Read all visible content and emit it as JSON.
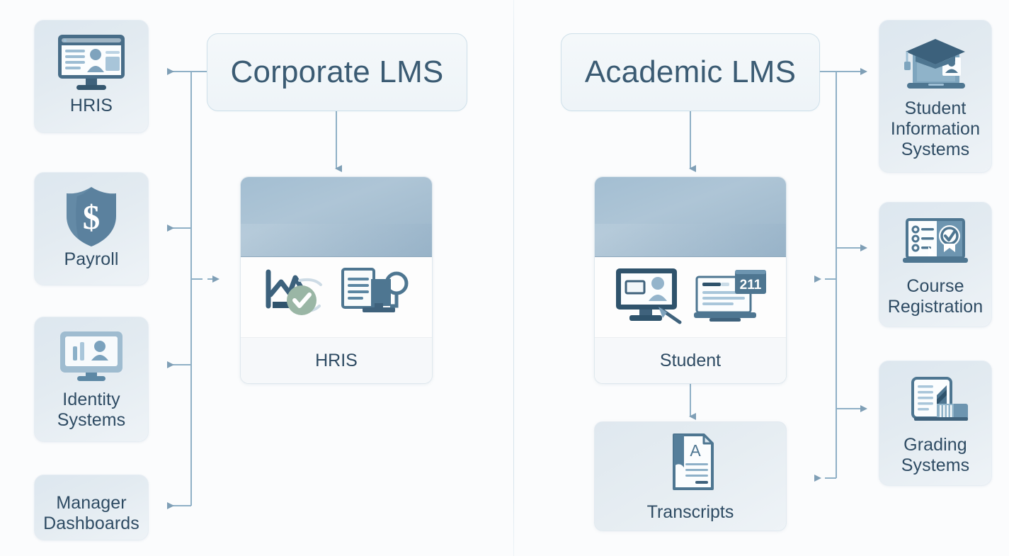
{
  "diagram": {
    "title_left": "Corporate LMS",
    "title_right": "Academic LMS",
    "accent": "#7fa0b8",
    "line_color": "#8fb0c6",
    "text_color": "#2e4b63",
    "card_header_color": "#a3bed2",
    "node_bg_color": "#dfe8ef",
    "background": "#fbfcfd"
  },
  "left_panel": {
    "hero": {
      "label": "Corporate LMS"
    },
    "center_card": {
      "label": "HRIS",
      "icons": [
        "line-chart-check-icon",
        "document-monitor-icon"
      ]
    },
    "nodes": [
      {
        "label": "HRIS",
        "icon": "monitor-profile-icon"
      },
      {
        "label": "Payroll",
        "icon": "shield-dollar-icon"
      },
      {
        "label": "Identity\nSystems",
        "icon": "monitor-bars-person-icon"
      },
      {
        "label": "Manager\nDashboards",
        "icon": "none"
      }
    ]
  },
  "right_panel": {
    "hero": {
      "label": "Academic LMS"
    },
    "center_card": {
      "label": "Student",
      "icons": [
        "monitor-person-search-icon",
        "laptop-badge-icon"
      ],
      "badge_text": "211"
    },
    "lower_card": {
      "label": "Transcripts",
      "icon": "document-grade-a-icon",
      "grade_text": "A"
    },
    "nodes": [
      {
        "label": "Student\nInformation\nSystems",
        "icon": "graduation-laptop-icon"
      },
      {
        "label": "Course\nRegistration",
        "icon": "checklist-laptop-icon"
      },
      {
        "label": "Grading\nSystems",
        "icon": "report-chart-icon"
      }
    ]
  }
}
